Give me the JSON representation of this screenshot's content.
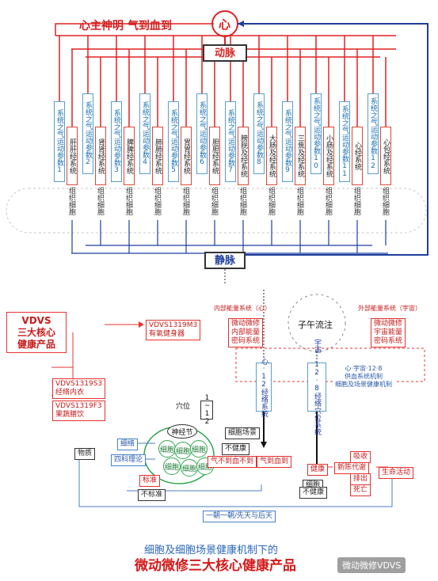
{
  "title_top": "心主神明 气到血到",
  "heart": "心",
  "artery": "动脉",
  "vein": "静脉",
  "columns": [
    {
      "sys": "系统之气运动参数1",
      "organ": "肝肝经系统",
      "cell": "组织细胞"
    },
    {
      "sys": "系统之气运动参数2",
      "organ": "肾肾经系统",
      "cell": "组织细胞"
    },
    {
      "sys": "系统之气运动参数3",
      "organ": "脾脾经系统",
      "cell": "组织细胞"
    },
    {
      "sys": "系统之气运动参数4",
      "organ": "肺肺经系统",
      "cell": "组织细胞"
    },
    {
      "sys": "系统之气运动参数5",
      "organ": "胃胃经系统",
      "cell": "组织细胞"
    },
    {
      "sys": "系统之气运动参数6",
      "organ": "胆胆经系统",
      "cell": "组织细胞"
    },
    {
      "sys": "系统之气运动参数7",
      "organ": "膀胱及经系统",
      "cell": "组织细胞"
    },
    {
      "sys": "系统之气运动参数8",
      "organ": "大肠及经系统",
      "cell": "组织细胞"
    },
    {
      "sys": "系统之气运动参数9",
      "organ": "三焦及经系统",
      "cell": "组织细胞"
    },
    {
      "sys": "系统之气运动参数10",
      "organ": "小肠及经系统",
      "cell": "组织细胞"
    },
    {
      "sys": "系统之气运动参数11",
      "organ": "心经系统",
      "cell": "组织细胞"
    },
    {
      "sys": "系统之气运动参数12",
      "organ": "心包经系统",
      "cell": "组织细胞"
    }
  ],
  "vdvs_main": [
    "VDVS",
    "三大核心",
    "健康产品"
  ],
  "vdvs_1319m3": [
    "VDVS1319M3",
    "有氧健身器"
  ],
  "inner_energy_title": "内部能量系统（心）",
  "inner_energy_box": [
    "微动微修",
    "内部能量",
    "密码系统"
  ],
  "outer_energy_title": "外部能量系统（宇宙）",
  "outer_energy_box": [
    "微动微修",
    "宇宙能量",
    "密码系统"
  ],
  "ziwu": "子午流注",
  "ziwu_center_note": "心·宇宙·12-8",
  "sync_box": [
    "心·宇宙·12·8",
    "供血系统机制",
    "细胞及场景健康机制"
  ],
  "heart12": "心·12经络系统",
  "univ12": "宇宙·12·8经络穴位系统",
  "vdvs_1319s3": [
    "VDVS1319S3",
    "经络内衣"
  ],
  "vdvs_1319f3": [
    "VDVS1319F3",
    "果蔬膳饮"
  ],
  "acupoint": "穴位",
  "one_two": "1~12",
  "nerve_node": "神经节",
  "cells": [
    "细胞",
    "细胞",
    "细胞",
    "细胞",
    "细胞",
    "细胞"
  ],
  "cell_scene": "细胞场景",
  "unhealthy1": "不健康",
  "unhealthy2": "不健康",
  "qi_not_blood": "气不到血不到",
  "qi_blood": "气到血到",
  "healthy": "健康",
  "cell_box": "细胞",
  "metabolism": "新陈代谢",
  "absorb": "吸收",
  "excrete": "排出",
  "death": "死亡",
  "life_activity": "生命活动",
  "matter": "物质",
  "meridian": "细络",
  "four_theory": "四科理论",
  "standard": "标准",
  "nonstandard": "不标准",
  "day_night": "一朝一朝/先天与后天",
  "bottom_title1": "细胞及细胞场景健康机制下的",
  "bottom_title2": "微动微修三大核心健康产品",
  "watermark": "微动微修VDVS"
}
